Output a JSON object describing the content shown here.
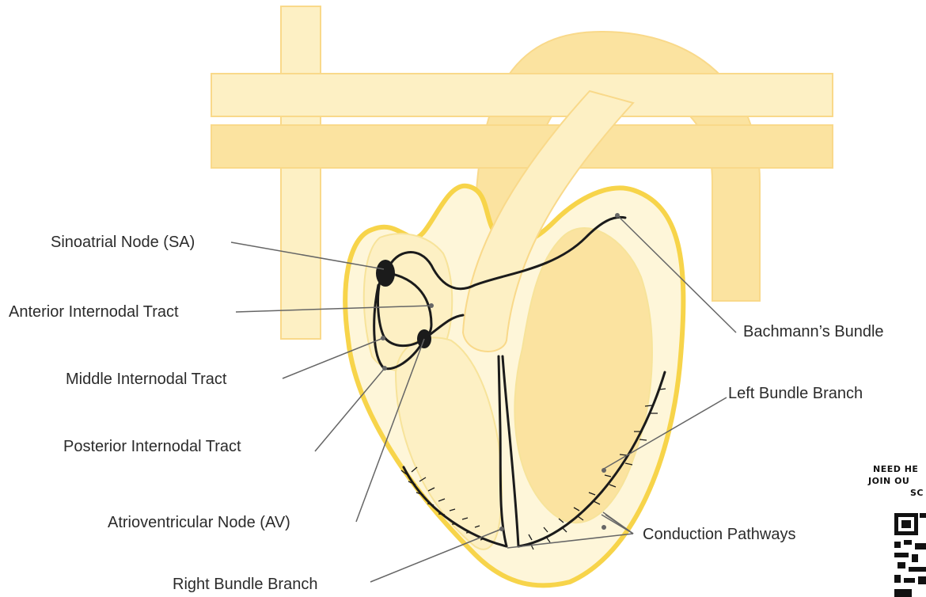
{
  "labels": {
    "sa_node": "Sinoatrial Node (SA)",
    "anterior_tract": "Anterior Internodal Tract",
    "middle_tract": "Middle Internodal Tract",
    "posterior_tract": "Posterior Internodal Tract",
    "av_node": "Atrioventricular Node (AV)",
    "right_bundle": "Right Bundle Branch",
    "bachmann": "Bachmann’s Bundle",
    "left_bundle": "Left Bundle Branch",
    "conduction": "Conduction Pathways"
  },
  "promo": {
    "line1": "NEED HE",
    "line2": "JOIN OU",
    "line3": "SC"
  },
  "colors": {
    "outline": "#f7d44a",
    "vessel_light": "#fdf0c4",
    "vessel_mid": "#fbe3a0",
    "vessel_dark": "#f9d98a",
    "muscle": "#fef6d9",
    "pathway": "#1b1b1b",
    "leader": "#666666"
  },
  "icons": {
    "qr": "qr-code-icon"
  }
}
